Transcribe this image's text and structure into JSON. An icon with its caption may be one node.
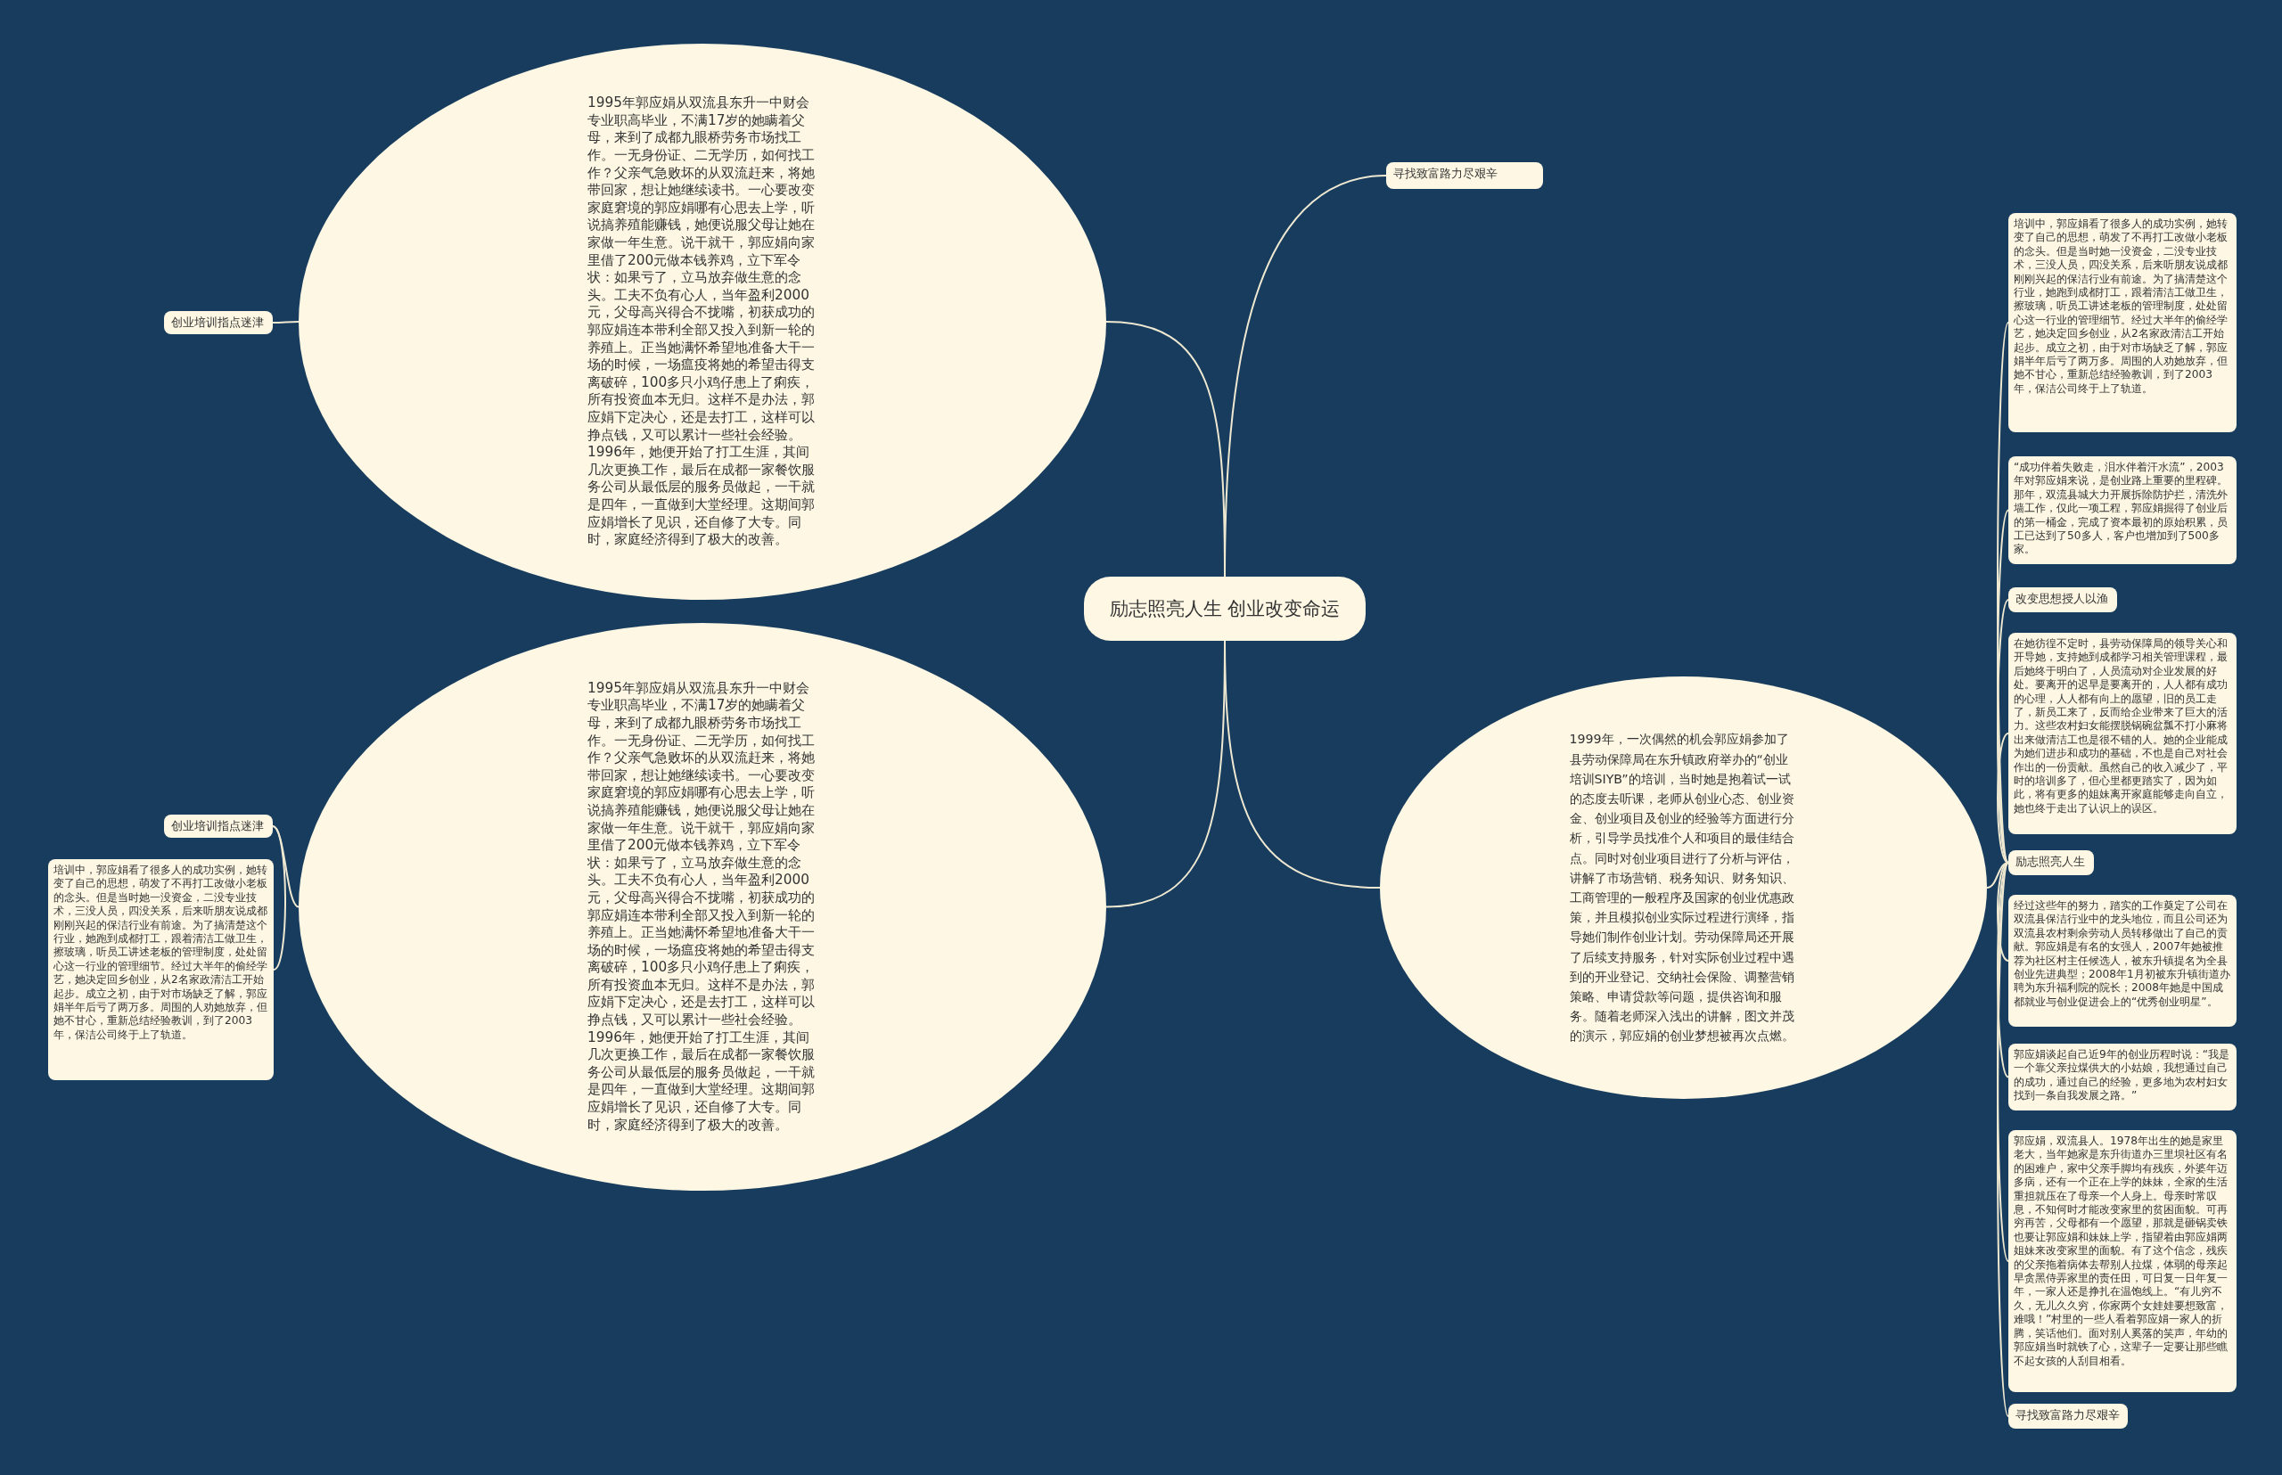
{
  "diagram": {
    "nodes": [
      {
        "text": [
          "励志照亮人生 创业改变命运"
        ]
      },
      {
        "text": [
          "寻找致富路力尽艰辛"
        ]
      },
      {
        "text": [
          "1995年郭应娟从双流县东升一中财会专业职高毕业，不满17岁的她瞒着父母，来到了成都九眼桥劳务市场找工作。一无身份证、二无学历，如何找工作？父亲气急败坏的从双流赶来，将她带回家，想让她继续读书。一心要改变家庭窘境的郭应娟哪有心思去上学，听说搞养殖能赚钱，她便说服父母让她在家做一年生意。说干就干，郭应娟向家里借了200元做本钱养鸡，立下军令状：如果亏了，立马放弃做生意的念头。工夫不负有心人，当年盈利2000元，父母高兴得合不拢嘴，初获成功的郭应娟连本带利全部又投入到新一轮的养殖上。正当她满怀希望地准备大干一场的时候，一场瘟疫将她的希望击得支离破碎，100多只小鸡仔患上了痢疾，所有投资血本无归。这样不是办法，郭应娟下定决心，还是去打工，这样可以挣点钱，又可以累计一些社会经验。1996年，她便开始了打工生涯，其间几次更换工作，最后在成都一家餐饮服务公司从最低层的服务员做起，一干就是四年，一直做到大堂经理。这期间郭应娟增长了见识，还自修了大专。同时，家庭经济得到了极大的改善。"
        ]
      },
      {
        "text": [
          "创业培训指点迷津"
        ]
      },
      {
        "text": [
          "1995年郭应娟从双流县东升一中财会专业职高毕业，不满17岁的她瞒着父母，来到了成都九眼桥劳务市场找工作。一无身份证、二无学历，如何找工作？父亲气急败坏的从双流赶来，将她带回家，想让她继续读书。一心要改变家庭窘境的郭应娟哪有心思去上学，听说搞养殖能赚钱，她便说服父母让她在家做一年生意。说干就干，郭应娟向家里借了200元做本钱养鸡，立下军令状：如果亏了，立马放弃做生意的念头。工夫不负有心人，当年盈利2000元，父母高兴得合不拢嘴，初获成功的郭应娟连本带利全部又投入到新一轮的养殖上。正当她满怀希望地准备大干一场的时候，一场瘟疫将她的希望击得支离破碎，100多只小鸡仔患上了痢疾，所有投资血本无归。这样不是办法，郭应娟下定决心，还是去打工，这样可以挣点钱，又可以累计一些社会经验。1996年，她便开始了打工生涯，其间几次更换工作，最后在成都一家餐饮服务公司从最低层的服务员做起，一干就是四年，一直做到大堂经理。这期间郭应娟增长了见识，还自修了大专。同时，家庭经济得到了极大的改善。"
        ]
      },
      {
        "text": [
          "创业培训指点迷津"
        ]
      },
      {
        "text": [
          "培训中，郭应娟看了很多人的成功实例，她转变了自己的思想，萌发了不再打工改做小老板的念头。但是当时她一没资金，二没专业技术，三没人员，四没关系，后来听朋友说成都刚刚兴起的保洁行业有前途。为了搞清楚这个行业，她跑到成都打工，跟着清洁工做卫生，擦玻璃，听员工讲述老板的管理制度，处处留心这一行业的管理细节。经过大半年的偷经学艺，她决定回乡创业，从2名家政清洁工开始起步。成立之初，由于对市场缺乏了解，郭应娟半年后亏了两万多。周围的人劝她放弃，但她不甘心，重新总结经验教训，到了2003年，保洁公司终于上了轨道。"
        ]
      },
      {
        "text": [
          "1999年，一次偶然的机会郭应娟参加了县劳动保障局在东升镇政府举办的“创业培训SIYB”的培训，当时她是抱着试一试的态度去听课，老师从创业心态、创业资金、创业项目及创业的经验等方面进行分析，引导学员找准个人和项目的最佳结合点。同时对创业项目进行了分析与评估，讲解了市场营销、税务知识、财务知识、工商管理的一般程序及国家的创业优惠政策，并且模拟创业实际过程进行演绎，指导她们制作创业计划。劳动保障局还开展了后续支持服务，针对实际创业过程中遇到的开业登记、交纳社会保险、调整营销策略、申请贷款等问题，提供咨询和服务。随着老师深入浅出的讲解，图文并茂的演示，郭应娟的创业梦想被再次点燃。"
        ]
      },
      {
        "text": [
          "励志照亮人生"
        ]
      },
      {
        "text": [
          "培训中，郭应娟看了很多人的成功实例，她转变了自己的思想，萌发了不再打工改做小老板的念头。但是当时她一没资金，二没专业技术，三没人员，四没关系，后来听朋友说成都刚刚兴起的保洁行业有前途。为了搞清楚这个行业，她跑到成都打工，跟着清洁工做卫生，擦玻璃，听员工讲述老板的管理制度，处处留心这一行业的管理细节。经过大半年的偷经学艺，她决定回乡创业，从2名家政清洁工开始起步。成立之初，由于对市场缺乏了解，郭应娟半年后亏了两万多。周围的人劝她放弃，但她不甘心，重新总结经验教训，到了2003年，保洁公司终于上了轨道。"
        ]
      },
      {
        "text": [
          "“成功伴着失败走，泪水伴着汗水流”，2003年对郭应娟来说，是创业路上重要的里程碑。那年，双流县城大力开展拆除防护拦，清洗外墙工作，仅此一项工程，郭应娟掘得了创业后的第一桶金，完成了资本最初的原始积累，员工已达到了50多人，客户也增加到了500多家。"
        ]
      },
      {
        "text": [
          "改变思想授人以渔"
        ]
      },
      {
        "text": [
          "在她彷徨不定时，县劳动保障局的领导关心和开导她，支持她到成都学习相关管理课程，最后她终于明白了，人员流动对企业发展的好处。要离开的迟早是要离开的，人人都有成功的心理，人人都有向上的愿望，旧的员工走了，新员工来了，反而给企业带来了巨大的活力。这些农村妇女能摆脱锅碗盆瓢不打小麻将出来做清洁工也是很不错的人。她的企业能成为她们进步和成功的基础，不也是自己对社会作出的一份贡献。虽然自己的收入减少了，平时的培训多了，但心里都更踏实了，因为如此，将有更多的姐妹离开家庭能够走向自立，她也终于走出了认识上的误区。"
        ]
      },
      {
        "text": [
          "经过这些年的努力，踏实的工作奠定了公司在双流县保洁行业中的龙头地位，而且公司还为双流县农村剩余劳动人员转移做出了自己的贡献。郭应娟是有名的女强人，2007年她被推荐为社区村主任候选人，被东升镇提名为全县创业先进典型；2008年1月初被东升镇街道办聘为东升福利院的院长；2008年她是中国成都就业与创业促进会上的“优秀创业明星”。"
        ]
      },
      {
        "text": [
          "郭应娟谈起自己近9年的创业历程时说：“我是一个靠父亲拉煤供大的小姑娘，我想通过自己的成功，通过自己的经验，更多地为农村妇女找到一条自我发展之路。”"
        ]
      },
      {
        "text": [
          "郭应娟，双流县人。1978年出生的她是家里老大，当年她家是东升街道办三里坝社区有名的困难户，家中父亲手脚均有残疾，外婆年迈多病，还有一个正在上学的妹妹，全家的生活重担就压在了母亲一个人身上。母亲时常叹息，不知何时才能改变家里的贫困面貌。可再穷再苦，父母都有一个愿望，那就是砸锅卖铁也要让郭应娟和妹妹上学，指望着由郭应娟两姐妹来改变家里的面貌。有了这个信念，残疾的父亲拖着病体去帮别人拉煤，体弱的母亲起早贪黑侍弄家里的责任田，可日复一日年复一年，一家人还是挣扎在温饱线上。“有儿穷不久，无儿久久穷，你家两个女娃娃要想致富，难哦！”村里的一些人看着郭应娟一家人的折腾，笑话他们。面对别人奚落的笑声，年幼的郭应娟当时就铁了心，这辈子一定要让那些瞧不起女孩的人刮目相看。"
        ]
      },
      {
        "text": [
          "寻找致富路力尽艰辛"
        ]
      }
    ],
    "edges": [
      {
        "from": 0,
        "to": 1,
        "arrow": "none"
      },
      {
        "from": 0,
        "to": 2,
        "arrow": "none"
      },
      {
        "from": 2,
        "to": 3,
        "arrow": "none"
      },
      {
        "from": 0,
        "to": 4,
        "arrow": "none"
      },
      {
        "from": 4,
        "to": 5,
        "arrow": "none"
      },
      {
        "from": 5,
        "to": 6,
        "arrow": "none"
      },
      {
        "from": 0,
        "to": 7,
        "arrow": "none"
      },
      {
        "from": 7,
        "to": 8,
        "arrow": "none"
      },
      {
        "from": 8,
        "to": 9,
        "arrow": "none"
      },
      {
        "from": 8,
        "to": 10,
        "arrow": "none"
      },
      {
        "from": 8,
        "to": 11,
        "arrow": "none"
      },
      {
        "from": 8,
        "to": 12,
        "arrow": "none"
      },
      {
        "from": 8,
        "to": 13,
        "arrow": "none"
      },
      {
        "from": 8,
        "to": 14,
        "arrow": "none"
      },
      {
        "from": 8,
        "to": 15,
        "arrow": "none"
      },
      {
        "from": 8,
        "to": 16,
        "arrow": "none"
      }
    ]
  }
}
